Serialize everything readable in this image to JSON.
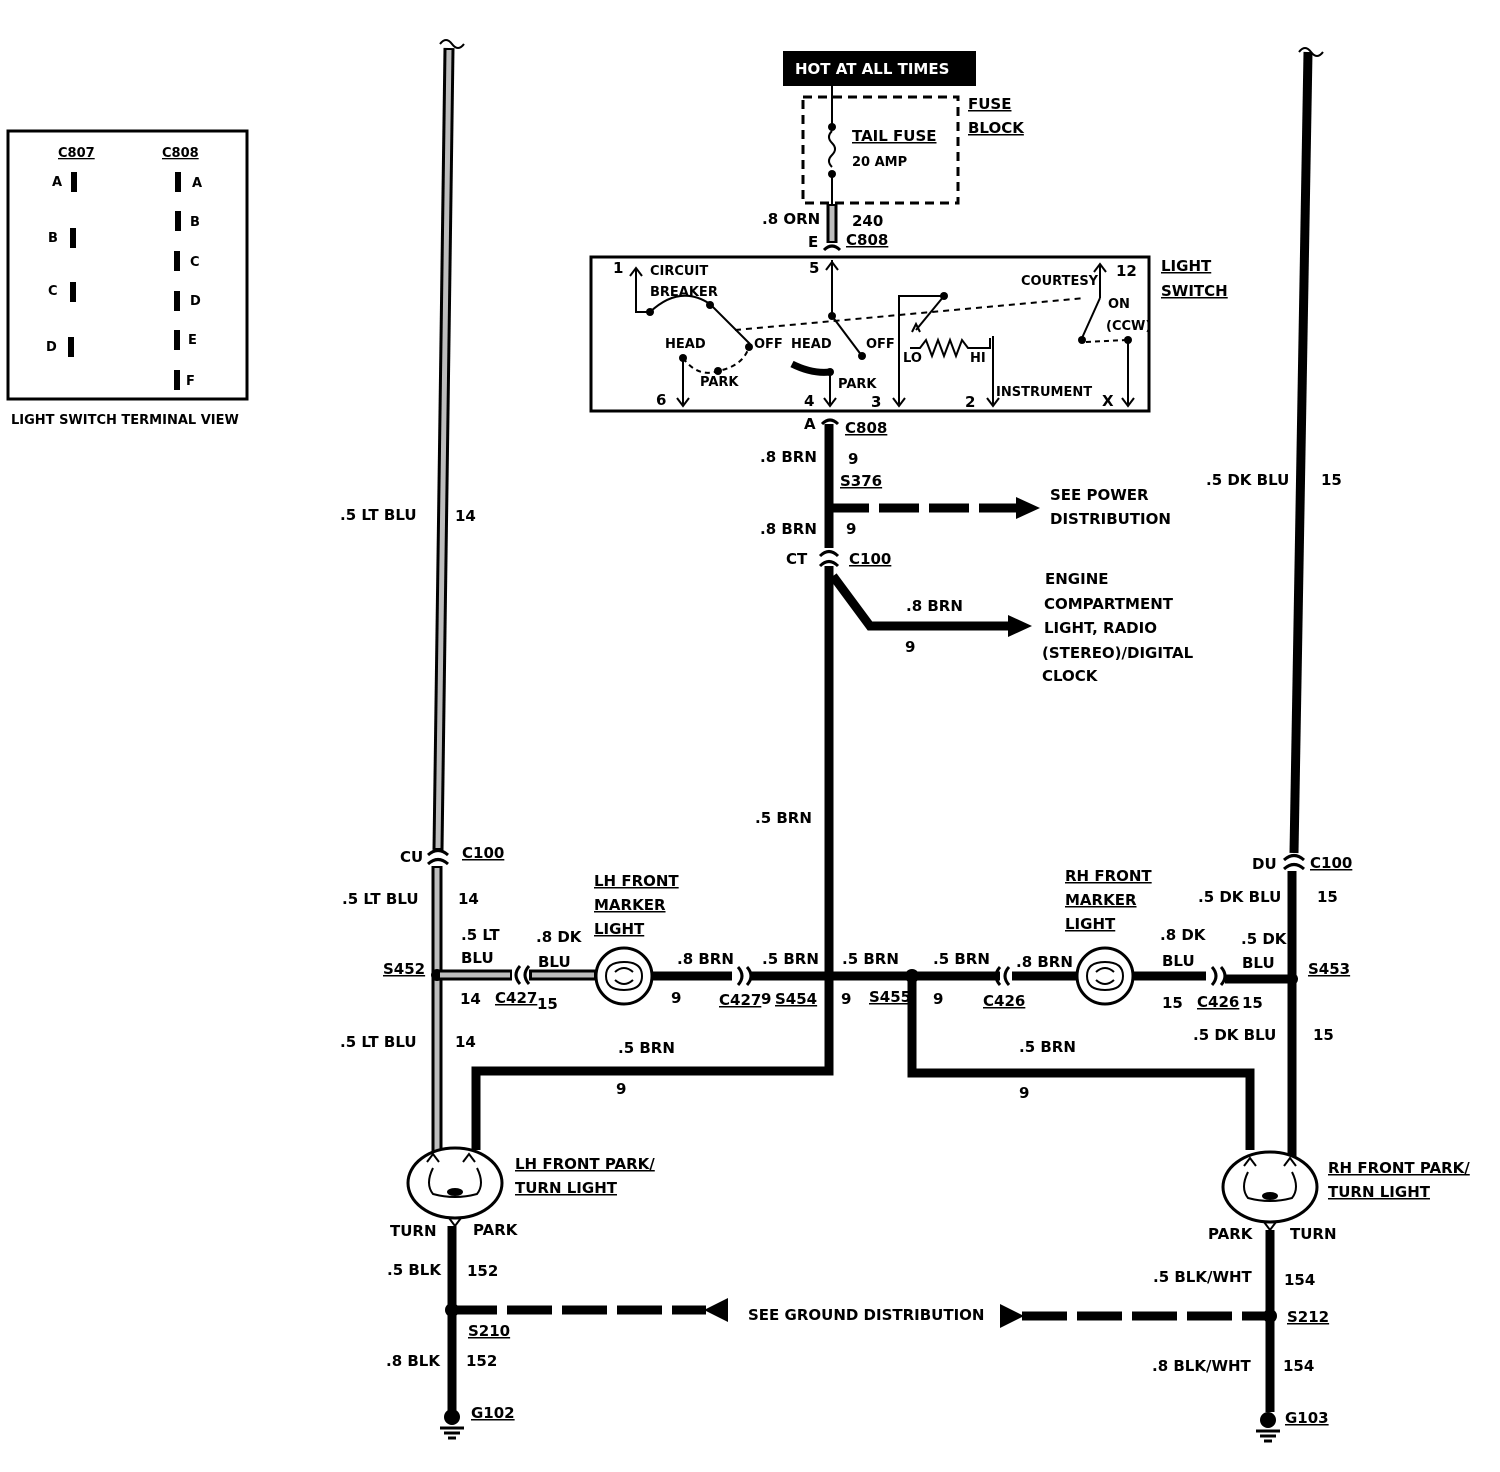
{
  "hot_label": "HOT AT ALL TIMES",
  "fuse": {
    "title": "TAIL FUSE",
    "rating": "20 AMP",
    "block_1": "FUSE",
    "block_2": "BLOCK"
  },
  "switch": {
    "title_1": "LIGHT",
    "title_2": "SWITCH",
    "circuit": "CIRCUIT",
    "breaker": "BREAKER",
    "head": "HEAD",
    "off": "OFF",
    "park": "PARK",
    "courtesy": "COURTESY",
    "on": "ON",
    "ccw": "(CCW)",
    "lo": "LO",
    "hi": "HI",
    "instrument": "INSTRUMENT",
    "p1": "1",
    "p5": "5",
    "p12": "12",
    "p6": "6",
    "p4": "4",
    "p3": "3",
    "p2": "2",
    "px": "X"
  },
  "terminal_view": {
    "title": "LIGHT SWITCH TERMINAL VIEW",
    "c807": "C807",
    "c808": "C808",
    "c807_pins": [
      "A",
      "B",
      "C",
      "D"
    ],
    "c808_pins": [
      "A",
      "B",
      "C",
      "D",
      "E",
      "F"
    ]
  },
  "labels": {
    "orn_wire": ".8 ORN",
    "orn_circ": "240",
    "e": "E",
    "c808": "C808",
    "a": "A",
    "brn8": ".8 BRN",
    "brn5": ".5 BRN",
    "c9": "9",
    "s376": "S376",
    "see_power_1": "SEE POWER",
    "see_power_2": "DISTRIBUTION",
    "ct": "CT",
    "c100": "C100",
    "engine_1": "ENGINE",
    "engine_2": "COMPARTMENT",
    "engine_3": "LIGHT, RADIO",
    "engine_4": "(STEREO)/DIGITAL",
    "engine_5": "CLOCK",
    "lt_blu": ".5 LT BLU",
    "c14": "14",
    "dk_blu": ".5 DK BLU",
    "c15": "15",
    "cu": "CU",
    "du": "DU",
    "lh_marker_1": "LH FRONT",
    "lh_marker_2": "MARKER",
    "lh_marker_3": "LIGHT",
    "rh_marker_1": "RH FRONT",
    "rh_marker_2": "MARKER",
    "rh_marker_3": "LIGHT",
    "lt_1": ".5 LT",
    "lt_2": "BLU",
    "dk8_1": ".8 DK",
    "dk8_2": "BLU",
    "dk5_1": ".5 DK",
    "dk5_2": "BLU",
    "s452": "S452",
    "s453": "S453",
    "s454": "S454",
    "s455": "S455",
    "c427": "C427",
    "c426": "C426",
    "lh_park_1": "LH FRONT PARK/",
    "lh_park_2": "TURN LIGHT",
    "rh_park_1": "RH FRONT PARK/",
    "rh_park_2": "TURN LIGHT",
    "turn": "TURN",
    "park": "PARK",
    "blk5": ".5 BLK",
    "blk8": ".8 BLK",
    "c152": "152",
    "blkwht5": ".5 BLK/WHT",
    "blkwht8": ".8 BLK/WHT",
    "c154": "154",
    "s210": "S210",
    "s212": "S212",
    "g102": "G102",
    "g103": "G103",
    "see_ground": "SEE GROUND DISTRIBUTION"
  }
}
